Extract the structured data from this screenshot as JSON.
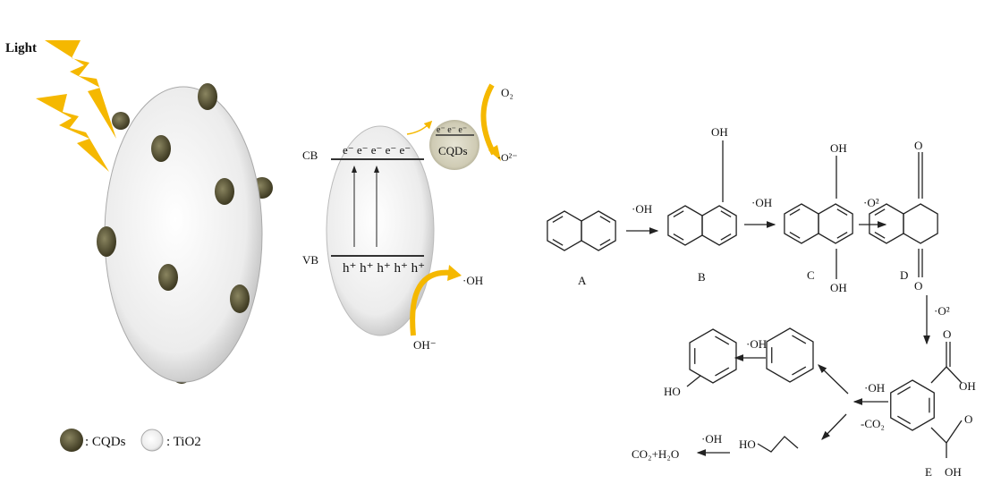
{
  "left_panel": {
    "light_label": "Light",
    "legend": [
      {
        "label": ": CQDs",
        "color": "#5a5535"
      },
      {
        "label": ": TiO2",
        "color": "#e6e6e6"
      }
    ]
  },
  "band_diagram": {
    "cb_label": "CB",
    "vb_label": "VB",
    "electrons": "e⁻ e⁻ e⁻ e⁻ e⁻",
    "holes": "h⁺ h⁺ h⁺ h⁺ h⁺",
    "cqd_label": "CQDs",
    "cqd_electrons": "e⁻ e⁻ e⁻",
    "o2": "O₂",
    "superoxide": "·O²⁻",
    "hydroxyl_radical": "·OH",
    "hydroxide": "OH⁻",
    "accent_color": "#f5b800"
  },
  "pathway": {
    "labels": {
      "A": "A",
      "B": "B",
      "C": "C",
      "D": "D",
      "E": "E"
    },
    "oh": "OH",
    "o": "O",
    "ho": "HO",
    "radical_oh": "·OH",
    "radical_o2": "·O²",
    "minus_co2": "-CO₂",
    "products": "CO₂+H₂O"
  }
}
